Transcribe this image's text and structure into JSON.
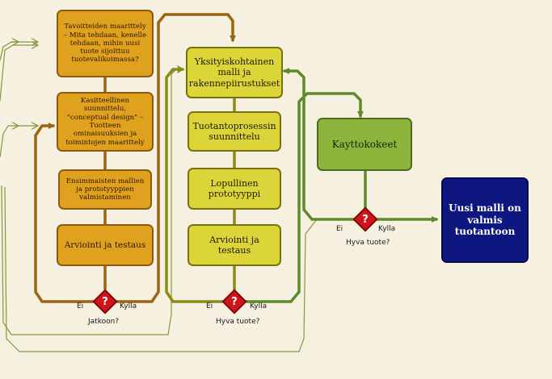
{
  "phase1": {
    "goals": "Tavoitteiden maarittely – Mita tehdaan, kenelle tehdaan, mihin uusi tuote sijoittuu tuotevalikoimassa?",
    "concept": "Kasitteellinen suunnittelu, \"conceptual design\" – Tuotteen ominaisuuksien ja toimintojen maarittely",
    "prototypes": "Ensimmaisten mallien ja prototyyppien valmistaminen",
    "testing": "Arviointi ja testaus",
    "decision": {
      "symbol": "?",
      "no": "Ei",
      "yes": "Kylla",
      "question": "Jatkoon?"
    }
  },
  "phase2": {
    "detail": "Yksityiskohtainen malli ja rakennepiirustukset",
    "process": "Tuotantoprosessin suunnittelu",
    "final": "Lopullinen prototyyppi",
    "testing": "Arviointi ja testaus",
    "decision": {
      "symbol": "?",
      "no": "Ei",
      "yes": "Kylla",
      "question": "Hyva tuote?"
    }
  },
  "phase3": {
    "trials": "Kayttokokeet",
    "decision": {
      "symbol": "?",
      "no": "Ei",
      "yes": "Kylla",
      "question": "Hyva tuote?"
    }
  },
  "result": "Uusi malli on valmis tuotantoon",
  "colors": {
    "orange": "#e0a21e",
    "yellow": "#dcd53a",
    "green": "#8db53c",
    "navy": "#0e1680",
    "decision": "#d0141a"
  }
}
